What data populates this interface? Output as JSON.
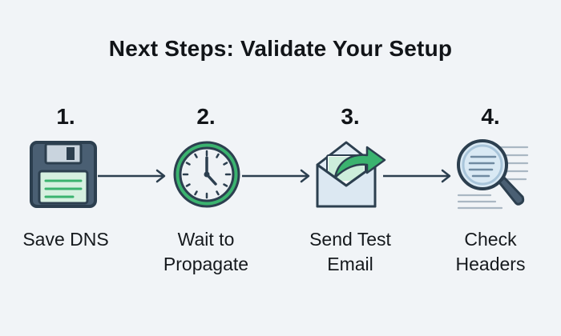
{
  "title": "Next Steps: Validate Your Setup",
  "steps": [
    {
      "number": "1.",
      "label": "Save DNS",
      "icon": "floppy-disk-icon"
    },
    {
      "number": "2.",
      "label": "Wait to\nPropagate",
      "icon": "clock-icon"
    },
    {
      "number": "3.",
      "label": "Send Test\nEmail",
      "icon": "envelope-send-icon"
    },
    {
      "number": "4.",
      "label": "Check\nHeaders",
      "icon": "magnifier-document-icon"
    }
  ],
  "colors": {
    "background": "#f1f4f7",
    "outline": "#2c3f4f",
    "slate": "#4a5f73",
    "green": "#3bb36f",
    "light_green": "#cdeedb",
    "light_blue": "#e3edf5",
    "clock_ring": "#2e8f6a"
  }
}
